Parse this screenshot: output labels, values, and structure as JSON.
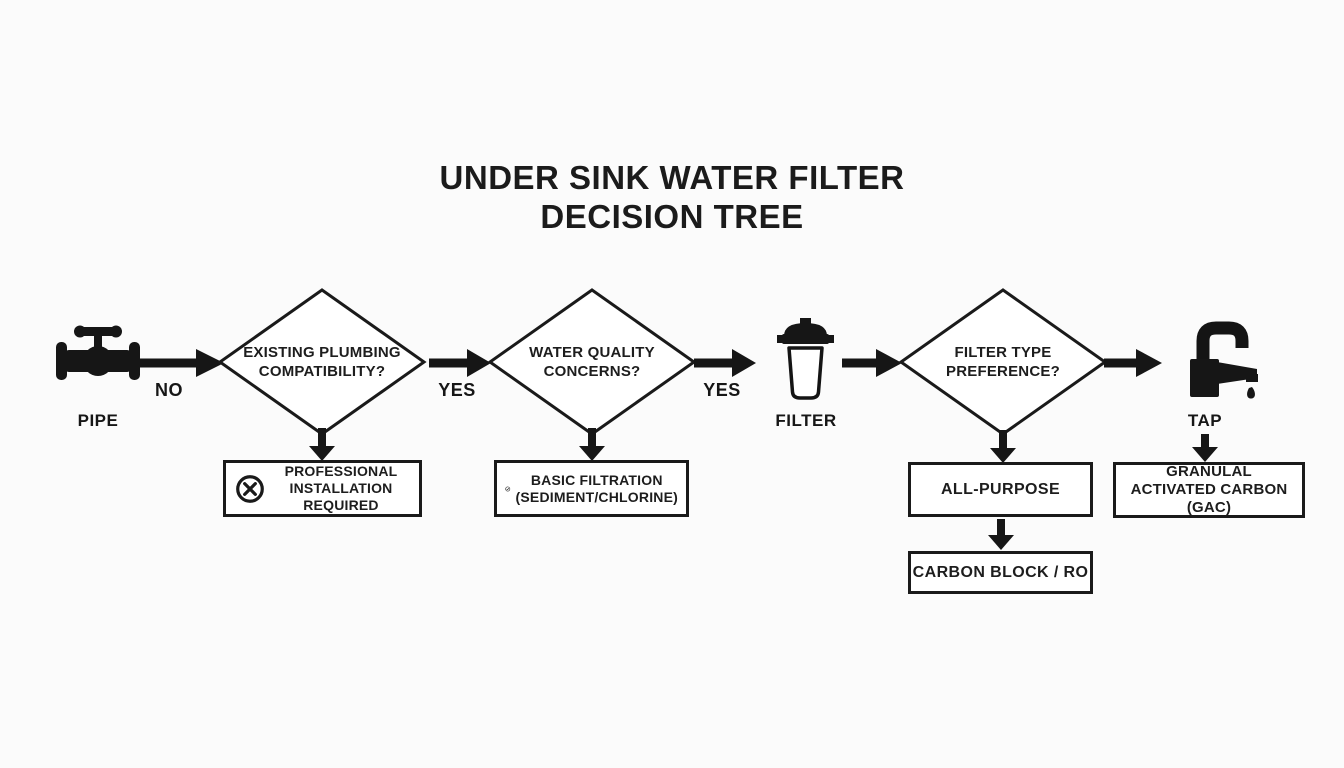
{
  "title": "UNDER SINK WATER FILTER\nDECISION TREE",
  "nodes": {
    "pipe_label": "PIPE",
    "filter_label": "FILTER",
    "tap_label": "TAP",
    "decision_plumbing": "EXISTING PLUMBING COMPATIBILITY?",
    "decision_quality": "WATER QUALITY CONCERNS?",
    "decision_preference": "FILTER TYPE PREFERENCE?",
    "box_professional": "PROFESSIONAL INSTALLATION REQUIRED",
    "box_basic": "BASIC FILTRATION (SEDIMENT/CHLORINE)",
    "box_all_purpose": "ALL-PURPOSE",
    "box_gac": "GRANULAL ACTIVATED CARBON (GAC)",
    "box_carbon_ro": "CARBON BLOCK / RO"
  },
  "edge_labels": {
    "pipe_to_plumbing": "NO",
    "plumbing_to_quality": "YES",
    "quality_to_filter": "YES"
  },
  "icons": {
    "pipe": "pipe-valve-icon",
    "filter": "filter-cartridge-icon",
    "tap": "tap-faucet-icon",
    "fail": "circle-x-icon",
    "ok": "circle-check-icon"
  },
  "colors": {
    "background": "#fbfbfb",
    "ink": "#161616",
    "node_fill": "#ffffff"
  }
}
